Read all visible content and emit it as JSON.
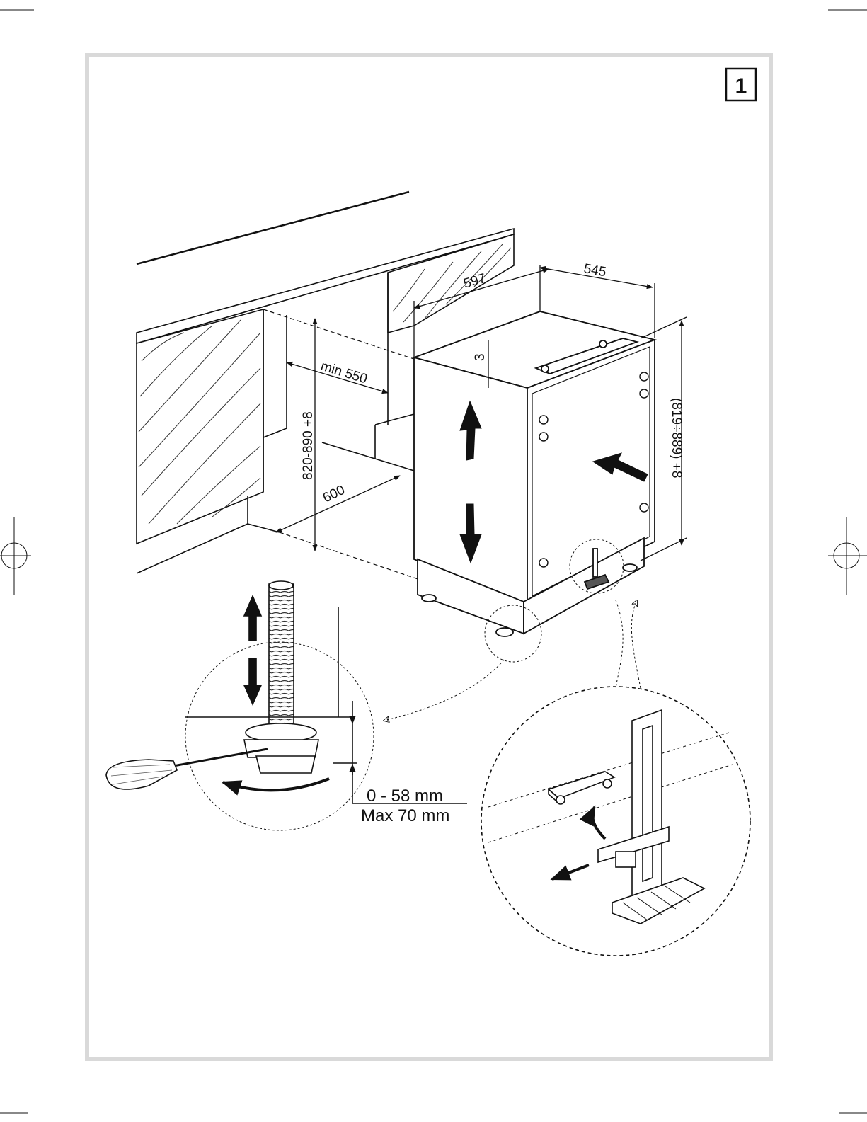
{
  "figure_number": "1",
  "dimensions": {
    "width": "597",
    "depth": "545",
    "gap": "3",
    "min_depth": "min 550",
    "height_range": "820-890 +8",
    "niche_width": "600",
    "appliance_height": "(819÷889) +8"
  },
  "foot_adjustment": {
    "range": "0 - 58 mm",
    "max": "Max 70 mm"
  },
  "colors": {
    "line": "#111111",
    "frame": "#d9d9d9",
    "fill": "#ffffff"
  }
}
